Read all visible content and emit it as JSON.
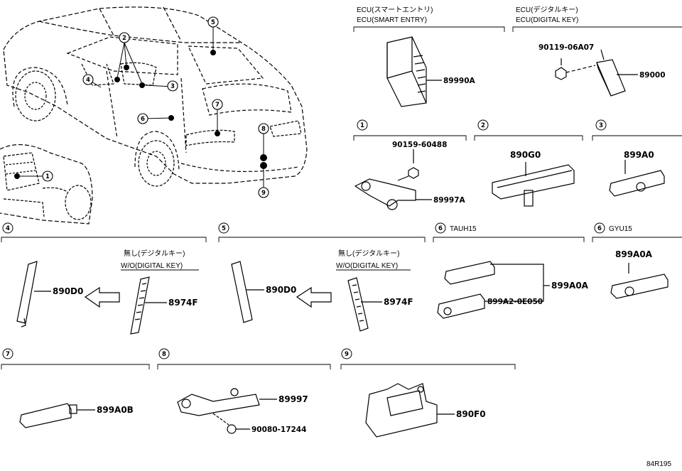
{
  "ecu_smart_entry": {
    "label_jp": "ECU(スマートエントリ)",
    "label_en": "ECU(SMART ENTRY)",
    "part": "89990A"
  },
  "ecu_digital_key": {
    "label_jp": "ECU(デジタルキー)",
    "label_en": "ECU(DIGITAL KEY)",
    "screw": "90119-06A07",
    "part": "89000"
  },
  "callouts": [
    "1",
    "2",
    "3",
    "4",
    "5",
    "6",
    "7",
    "8",
    "9"
  ],
  "sec1": {
    "num": "1",
    "screw": "90159-60488",
    "part": "89997A"
  },
  "sec2": {
    "num": "2",
    "part": "890G0"
  },
  "sec3": {
    "num": "3",
    "part": "899A0"
  },
  "sec4": {
    "num": "4",
    "note_jp": "無し(デジタルキー)",
    "note_en": "W/O(DIGITAL KEY)",
    "part_main": "890D0",
    "part_alt": "8974F"
  },
  "sec5": {
    "num": "5",
    "note_jp": "無し(デジタルキー)",
    "note_en": "W/O(DIGITAL KEY)",
    "part_main": "890D0",
    "part_alt": "8974F"
  },
  "sec6a": {
    "num": "6",
    "variant": "TAUH15",
    "part_group": "899A0A",
    "part_sub": "899A2-0E050"
  },
  "sec6b": {
    "num": "6",
    "variant": "GYU15",
    "part": "899A0A"
  },
  "sec7": {
    "num": "7",
    "part": "899A0B"
  },
  "sec8": {
    "num": "8",
    "part": "89997",
    "nut": "90080-17244"
  },
  "sec9": {
    "num": "9",
    "part": "890F0"
  },
  "ref_code": "84R195"
}
